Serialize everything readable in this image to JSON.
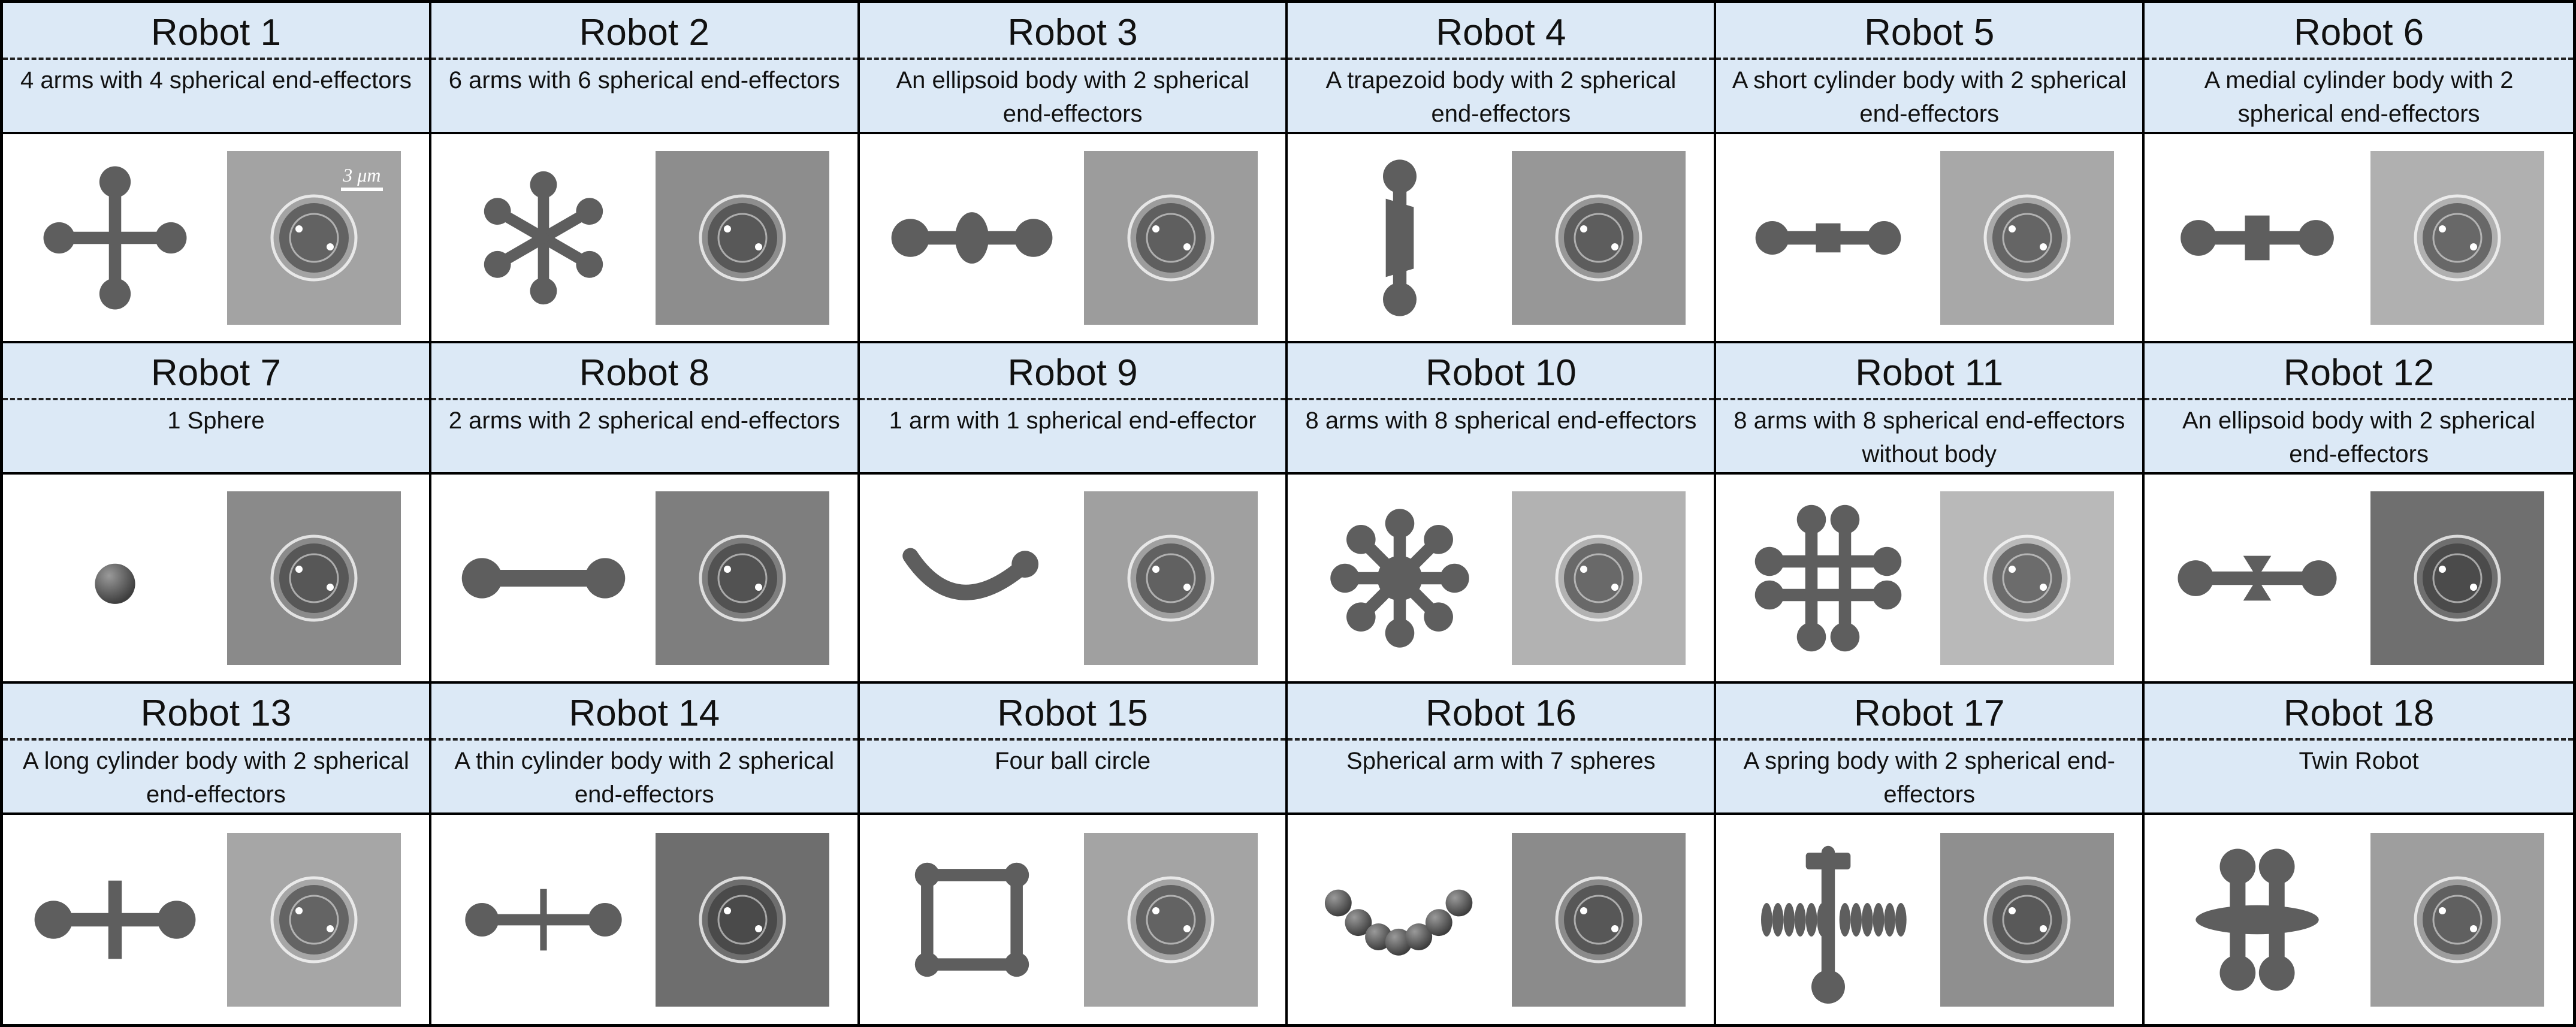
{
  "colors": {
    "header_bg": "#dce9f6",
    "grid_line": "#000000",
    "render_gray": "#5e5e5e"
  },
  "scale_bar": "3 μm",
  "robots": [
    {
      "title": "Robot 1",
      "description": "4 arms with 4 spherical end-effectors",
      "shape": "cross-4-arms"
    },
    {
      "title": "Robot 2",
      "description": "6 arms with 6 spherical end-effectors",
      "shape": "star-6-arms"
    },
    {
      "title": "Robot 3",
      "description": "An ellipsoid body with 2 spherical end-effectors",
      "shape": "ellipsoid-dumbbell"
    },
    {
      "title": "Robot 4",
      "description": "A trapezoid body with 2 spherical end-effectors",
      "shape": "trapezoid-dumbbell"
    },
    {
      "title": "Robot 5",
      "description": "A short cylinder body with 2 spherical end-effectors",
      "shape": "short-cylinder-dumbbell"
    },
    {
      "title": "Robot 6",
      "description": "A medial cylinder body with 2 spherical end-effectors",
      "shape": "medial-cylinder-dumbbell"
    },
    {
      "title": "Robot 7",
      "description": "1 Sphere",
      "shape": "sphere"
    },
    {
      "title": "Robot 8",
      "description": "2 arms with 2 spherical end-effectors",
      "shape": "two-arm-rod"
    },
    {
      "title": "Robot 9",
      "description": "1 arm with 1 spherical end-effector",
      "shape": "hook-arm"
    },
    {
      "title": "Robot 10",
      "description": "8 arms with 8 spherical end-effectors",
      "shape": "star-8-arms"
    },
    {
      "title": "Robot 11",
      "description": "8 arms with 8 spherical end-effectors without body",
      "shape": "hash-8-arms"
    },
    {
      "title": "Robot 12",
      "description": "An ellipsoid body with 2 spherical end-effectors",
      "shape": "bowtie-dumbbell"
    },
    {
      "title": "Robot 13",
      "description": "A long cylinder body with 2 spherical end-effectors",
      "shape": "long-cylinder-dumbbell"
    },
    {
      "title": "Robot 14",
      "description": "A thin cylinder body with 2 spherical end-effectors",
      "shape": "thin-cylinder-dumbbell"
    },
    {
      "title": "Robot 15",
      "description": "Four ball circle",
      "shape": "square-loop"
    },
    {
      "title": "Robot 16",
      "description": "Spherical arm with 7 spheres",
      "shape": "sphere-chain"
    },
    {
      "title": "Robot 17",
      "description": "A spring  body with 2 spherical end-effectors",
      "shape": "spring-dumbbell"
    },
    {
      "title": "Robot 18",
      "description": "Twin Robot",
      "shape": "twin"
    }
  ]
}
